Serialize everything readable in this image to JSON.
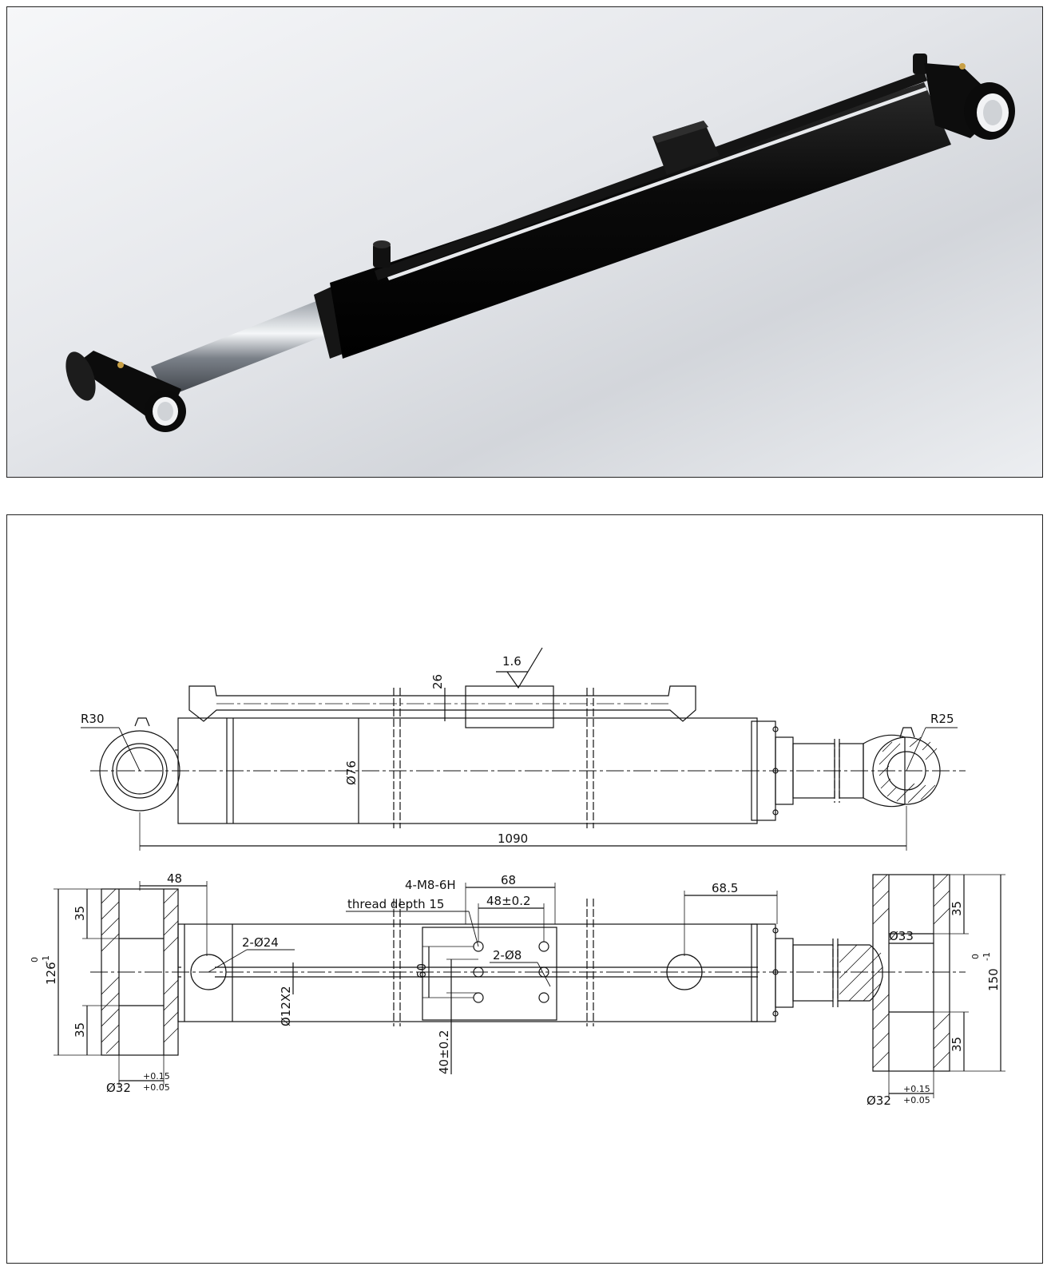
{
  "colors": {
    "frame": "#222222",
    "line": "#111111",
    "cylinder": "#0d0d0d",
    "chrome": "#c9cdd2",
    "brass": "#c8a046"
  },
  "render": {
    "subject": "hydraulic-cylinder-3d-render"
  },
  "top_view": {
    "r_left": "R30",
    "r_right": "R25",
    "diameter": "Ø76",
    "roughness": "1.6",
    "block_height": "26",
    "length": "1090"
  },
  "bottom_view": {
    "dim_48": "48",
    "dim_68": "68",
    "dim_48_tol": "48±0.2",
    "thread": "4-M8-6H",
    "thread_depth": "thread depth 15",
    "dim_60": "60",
    "dim_40_tol": "40±0.2",
    "holes_24": "2-Ø24",
    "holes_8": "2-Ø8",
    "tube": "Ø12X2",
    "dim_68_5": "68.5",
    "left_total": "126",
    "left_tol_top": "0",
    "left_tol_bot": "-1",
    "left_35_top": "35",
    "left_35_bot": "35",
    "left_bore": "Ø32",
    "left_bore_tol_top": "+0.15",
    "left_bore_tol_bot": "+0.05",
    "right_total": "150",
    "right_tol_top": "0",
    "right_tol_bot": "-1",
    "right_35_top": "35",
    "right_35_bot": "35",
    "right_dia": "Ø33",
    "right_bore": "Ø32",
    "right_bore_tol_top": "+0.15",
    "right_bore_tol_bot": "+0.05"
  }
}
